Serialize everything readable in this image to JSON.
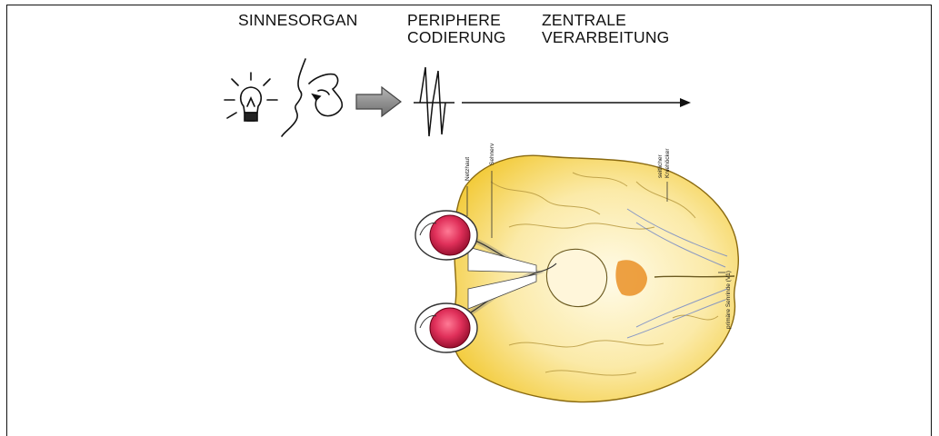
{
  "stages": {
    "sense_organ": {
      "line1": "SINNESORGAN"
    },
    "peripheral": {
      "line1": "PERIPHERE",
      "line2": "CODIERUNG"
    },
    "central": {
      "line1": "ZENTRALE",
      "line2": "VERARBEITUNG"
    }
  },
  "brain_labels": {
    "retina": "Netzhaut",
    "optic_nerve": "Sehnerv",
    "lgn_line1": "seitlicher",
    "lgn_line2": "Kniehöcker",
    "v1": "primäre Sehrinde (V1)"
  },
  "colors": {
    "brain_yellow": "#f2d24a",
    "eye_red": "#d8274a",
    "arrow_gray": "#8a8a8a",
    "frame": "#111111"
  }
}
